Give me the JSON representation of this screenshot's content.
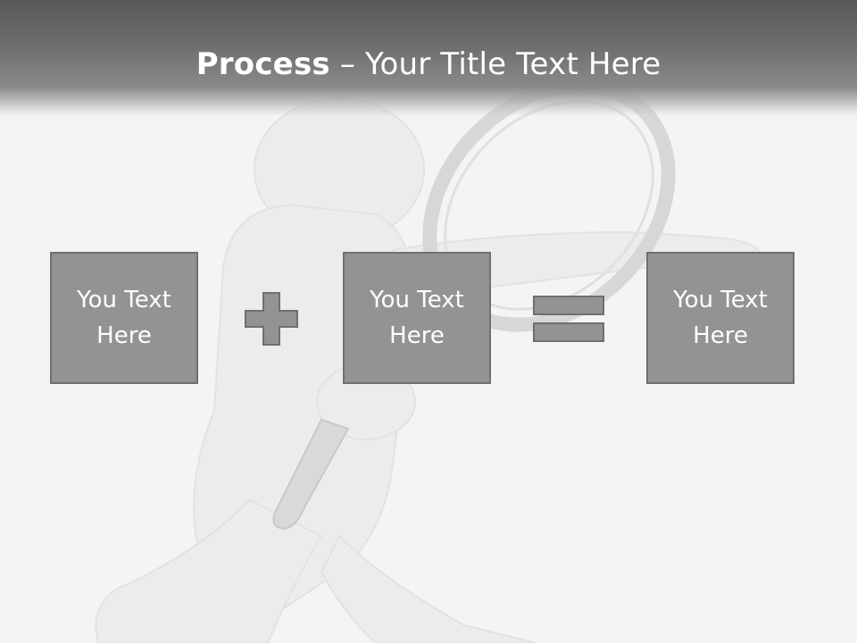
{
  "slide": {
    "title_bold": "Process",
    "title_rest": " – Your Title Text Here"
  },
  "boxes": [
    {
      "text": "You Text Here"
    },
    {
      "text": "You Text Here"
    },
    {
      "text": "You Text Here"
    }
  ],
  "operators": [
    "plus-icon",
    "equals-icon"
  ],
  "colors": {
    "title_bar": "#6b6b6b",
    "box_fill": "#939393",
    "box_border": "#6f6f6f",
    "background": "#f4f4f4"
  }
}
